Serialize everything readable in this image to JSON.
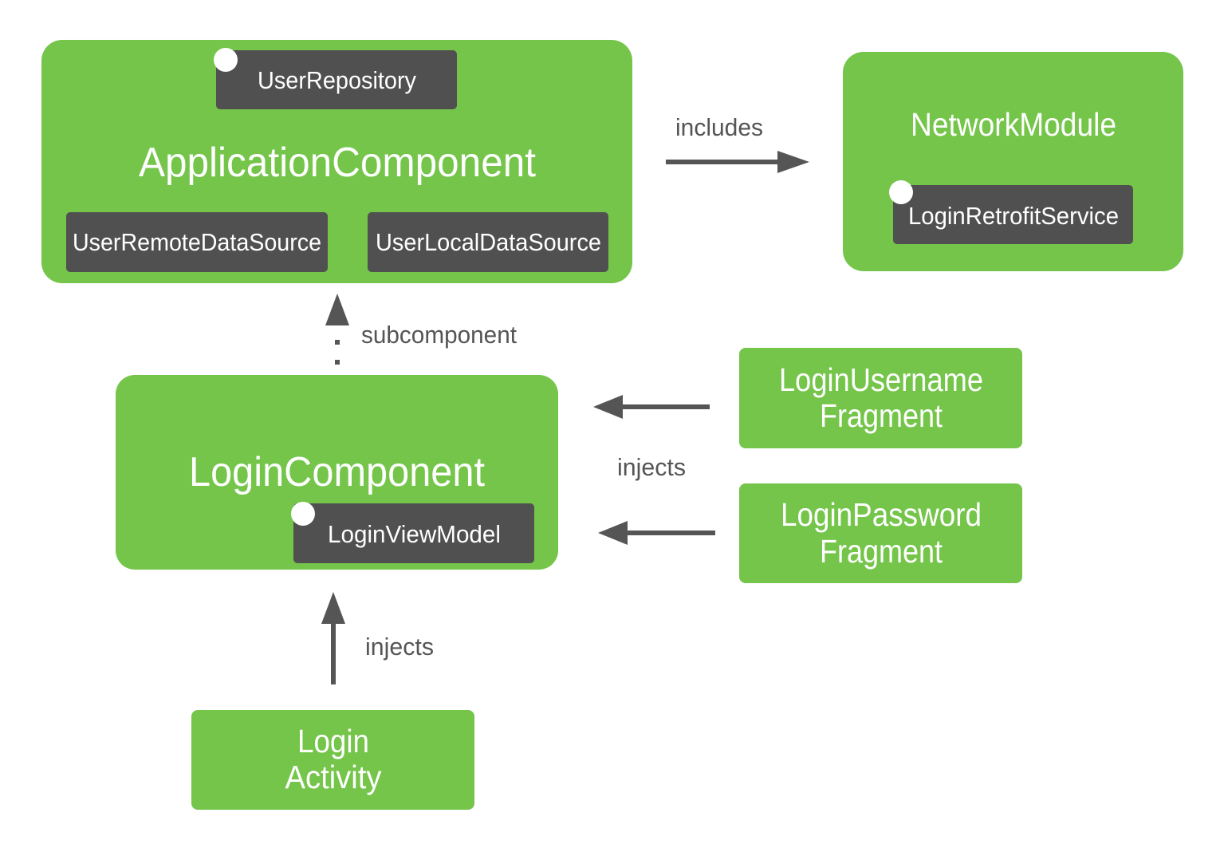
{
  "colors": {
    "green": "#74c54a",
    "dark": "#505050",
    "arrow": "#555555",
    "text_light": "#ffffff",
    "text_dark": "#555555"
  },
  "application_component": {
    "title": "ApplicationComponent",
    "user_repository": "UserRepository",
    "user_remote_data_source": "UserRemoteDataSource",
    "user_local_data_source": "UserLocalDataSource"
  },
  "network_module": {
    "title": "NetworkModule",
    "login_retrofit_service": "LoginRetrofitService"
  },
  "login_component": {
    "title": "LoginComponent",
    "login_view_model": "LoginViewModel"
  },
  "login_username_fragment": {
    "line1": "LoginUsername",
    "line2": "Fragment"
  },
  "login_password_fragment": {
    "line1": "LoginPassword",
    "line2": "Fragment"
  },
  "login_activity": {
    "line1": "Login",
    "line2": "Activity"
  },
  "edges": {
    "includes": "includes",
    "subcomponent": "subcomponent",
    "injects_fragments": "injects",
    "injects_activity": "injects"
  }
}
